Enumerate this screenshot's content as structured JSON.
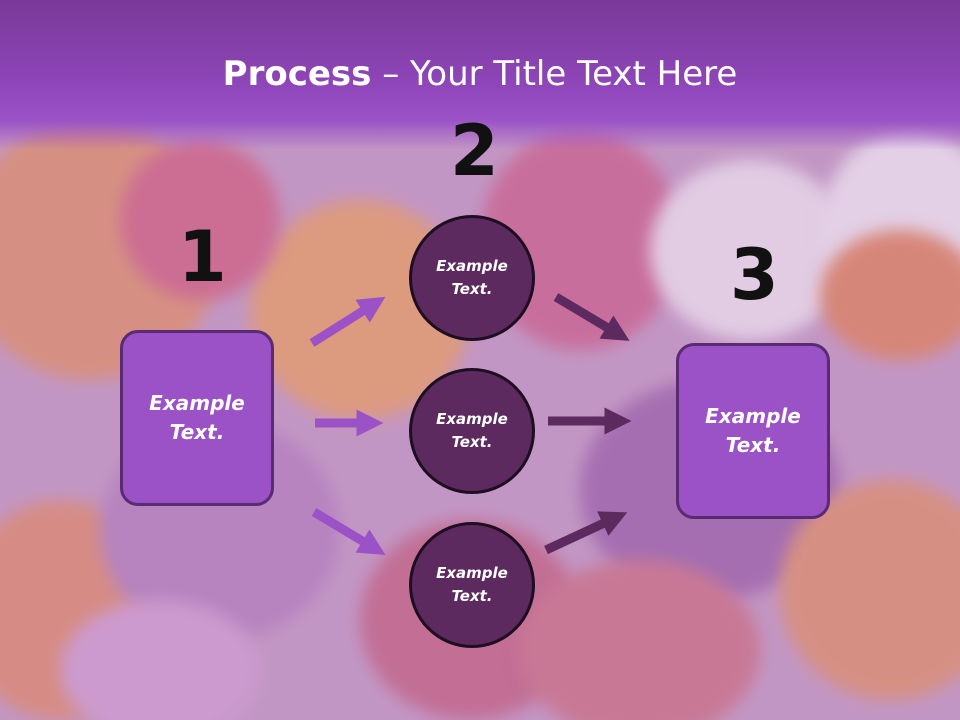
{
  "title": {
    "bold": "Process",
    "dash": " – ",
    "rest": "Your Title Text Here"
  },
  "steps": {
    "one": "1",
    "two": "2",
    "three": "3"
  },
  "left_box": {
    "line1": "Example",
    "line2": "Text."
  },
  "right_box": {
    "line1": "Example",
    "line2": "Text."
  },
  "circles": [
    {
      "line1": "Example",
      "line2": "Text."
    },
    {
      "line1": "Example",
      "line2": "Text."
    },
    {
      "line1": "Example",
      "line2": "Text."
    }
  ],
  "colors": {
    "accent": "#9a52c6",
    "circle": "#5c2a5e",
    "arrow_in": "#9a52c6",
    "arrow_out": "#5c2a5e"
  }
}
